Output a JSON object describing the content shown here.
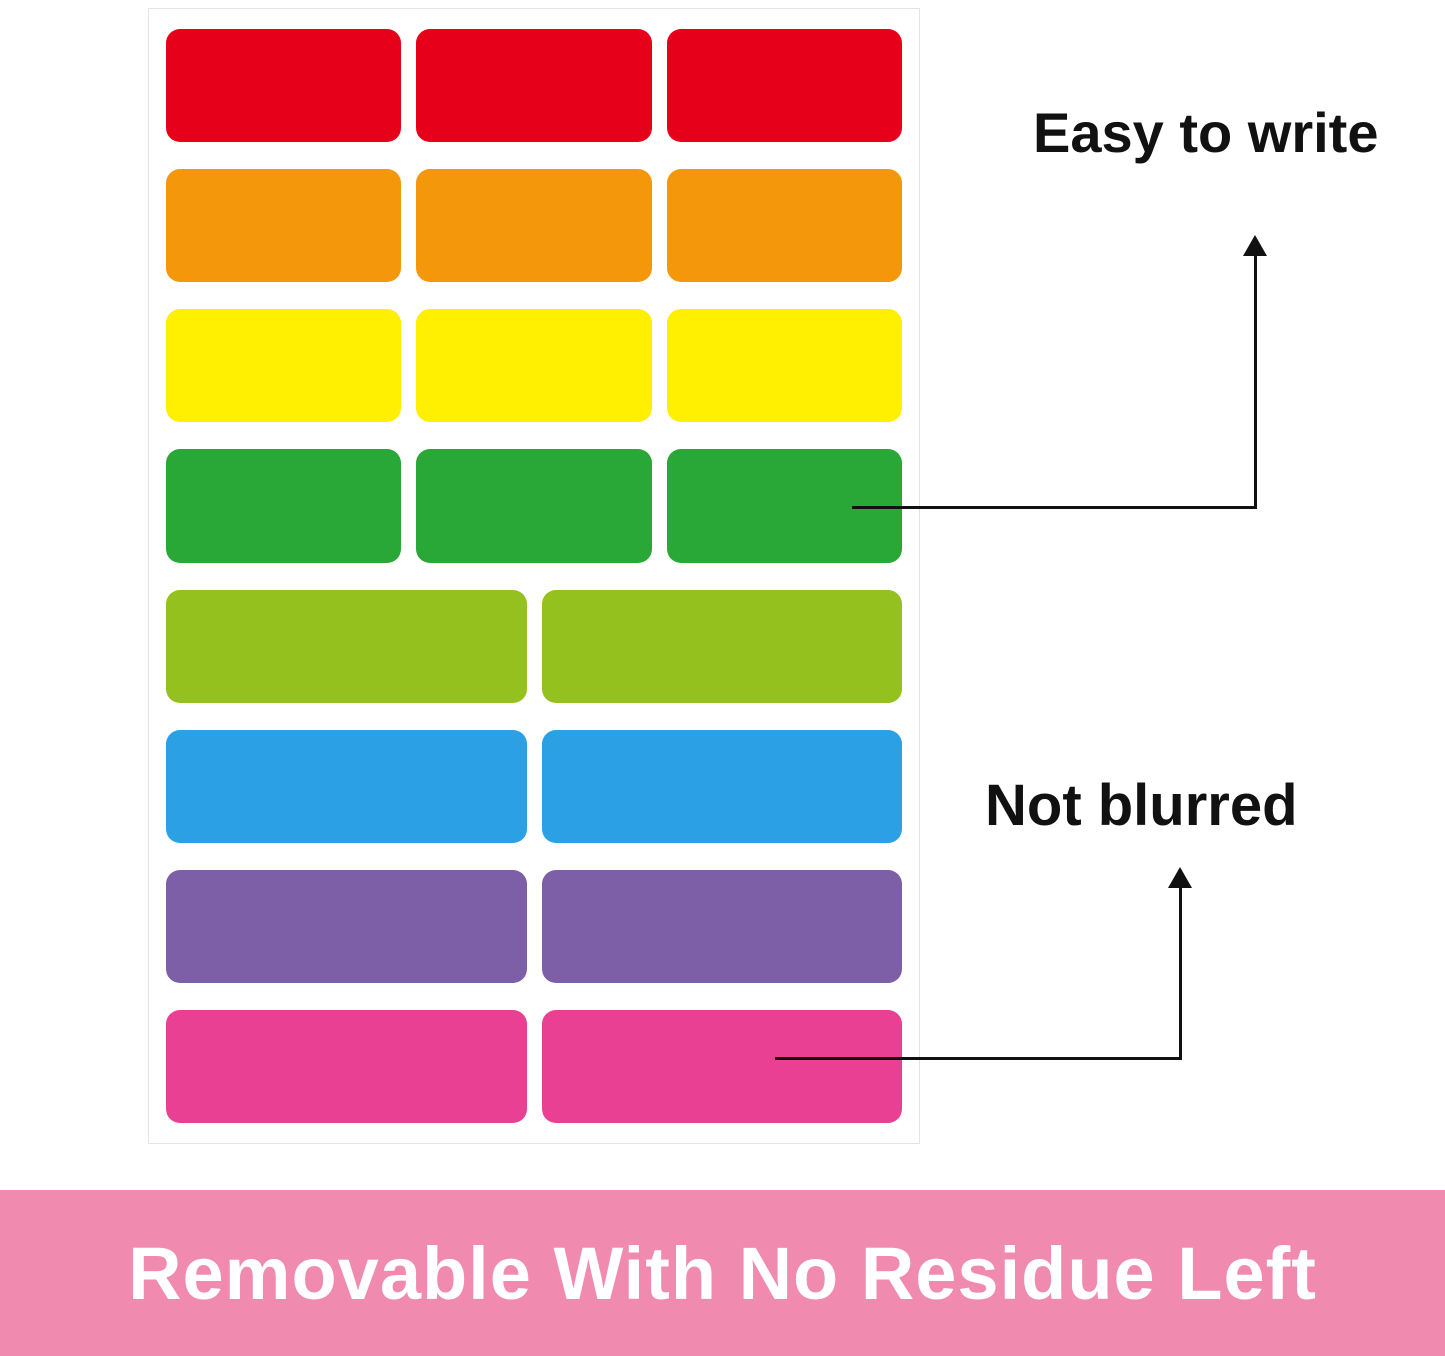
{
  "sheet": {
    "rows": [
      {
        "name": "red",
        "color": "#e60019",
        "count": 3
      },
      {
        "name": "orange",
        "color": "#f5970a",
        "count": 3
      },
      {
        "name": "yellow",
        "color": "#ffef00",
        "count": 3
      },
      {
        "name": "green",
        "color": "#29a737",
        "count": 3
      },
      {
        "name": "lime",
        "color": "#95c11f",
        "count": 2
      },
      {
        "name": "blue",
        "color": "#2ba0e4",
        "count": 2
      },
      {
        "name": "purple",
        "color": "#7c5fa7",
        "count": 2
      },
      {
        "name": "pink",
        "color": "#ea4093",
        "count": 2
      }
    ]
  },
  "annotations": {
    "easy_to_write": "Easy to write",
    "not_blurred": "Not blurred"
  },
  "banner": {
    "text": "Removable With No Residue Left",
    "background": "#f08aae",
    "text_color": "#ffffff"
  }
}
